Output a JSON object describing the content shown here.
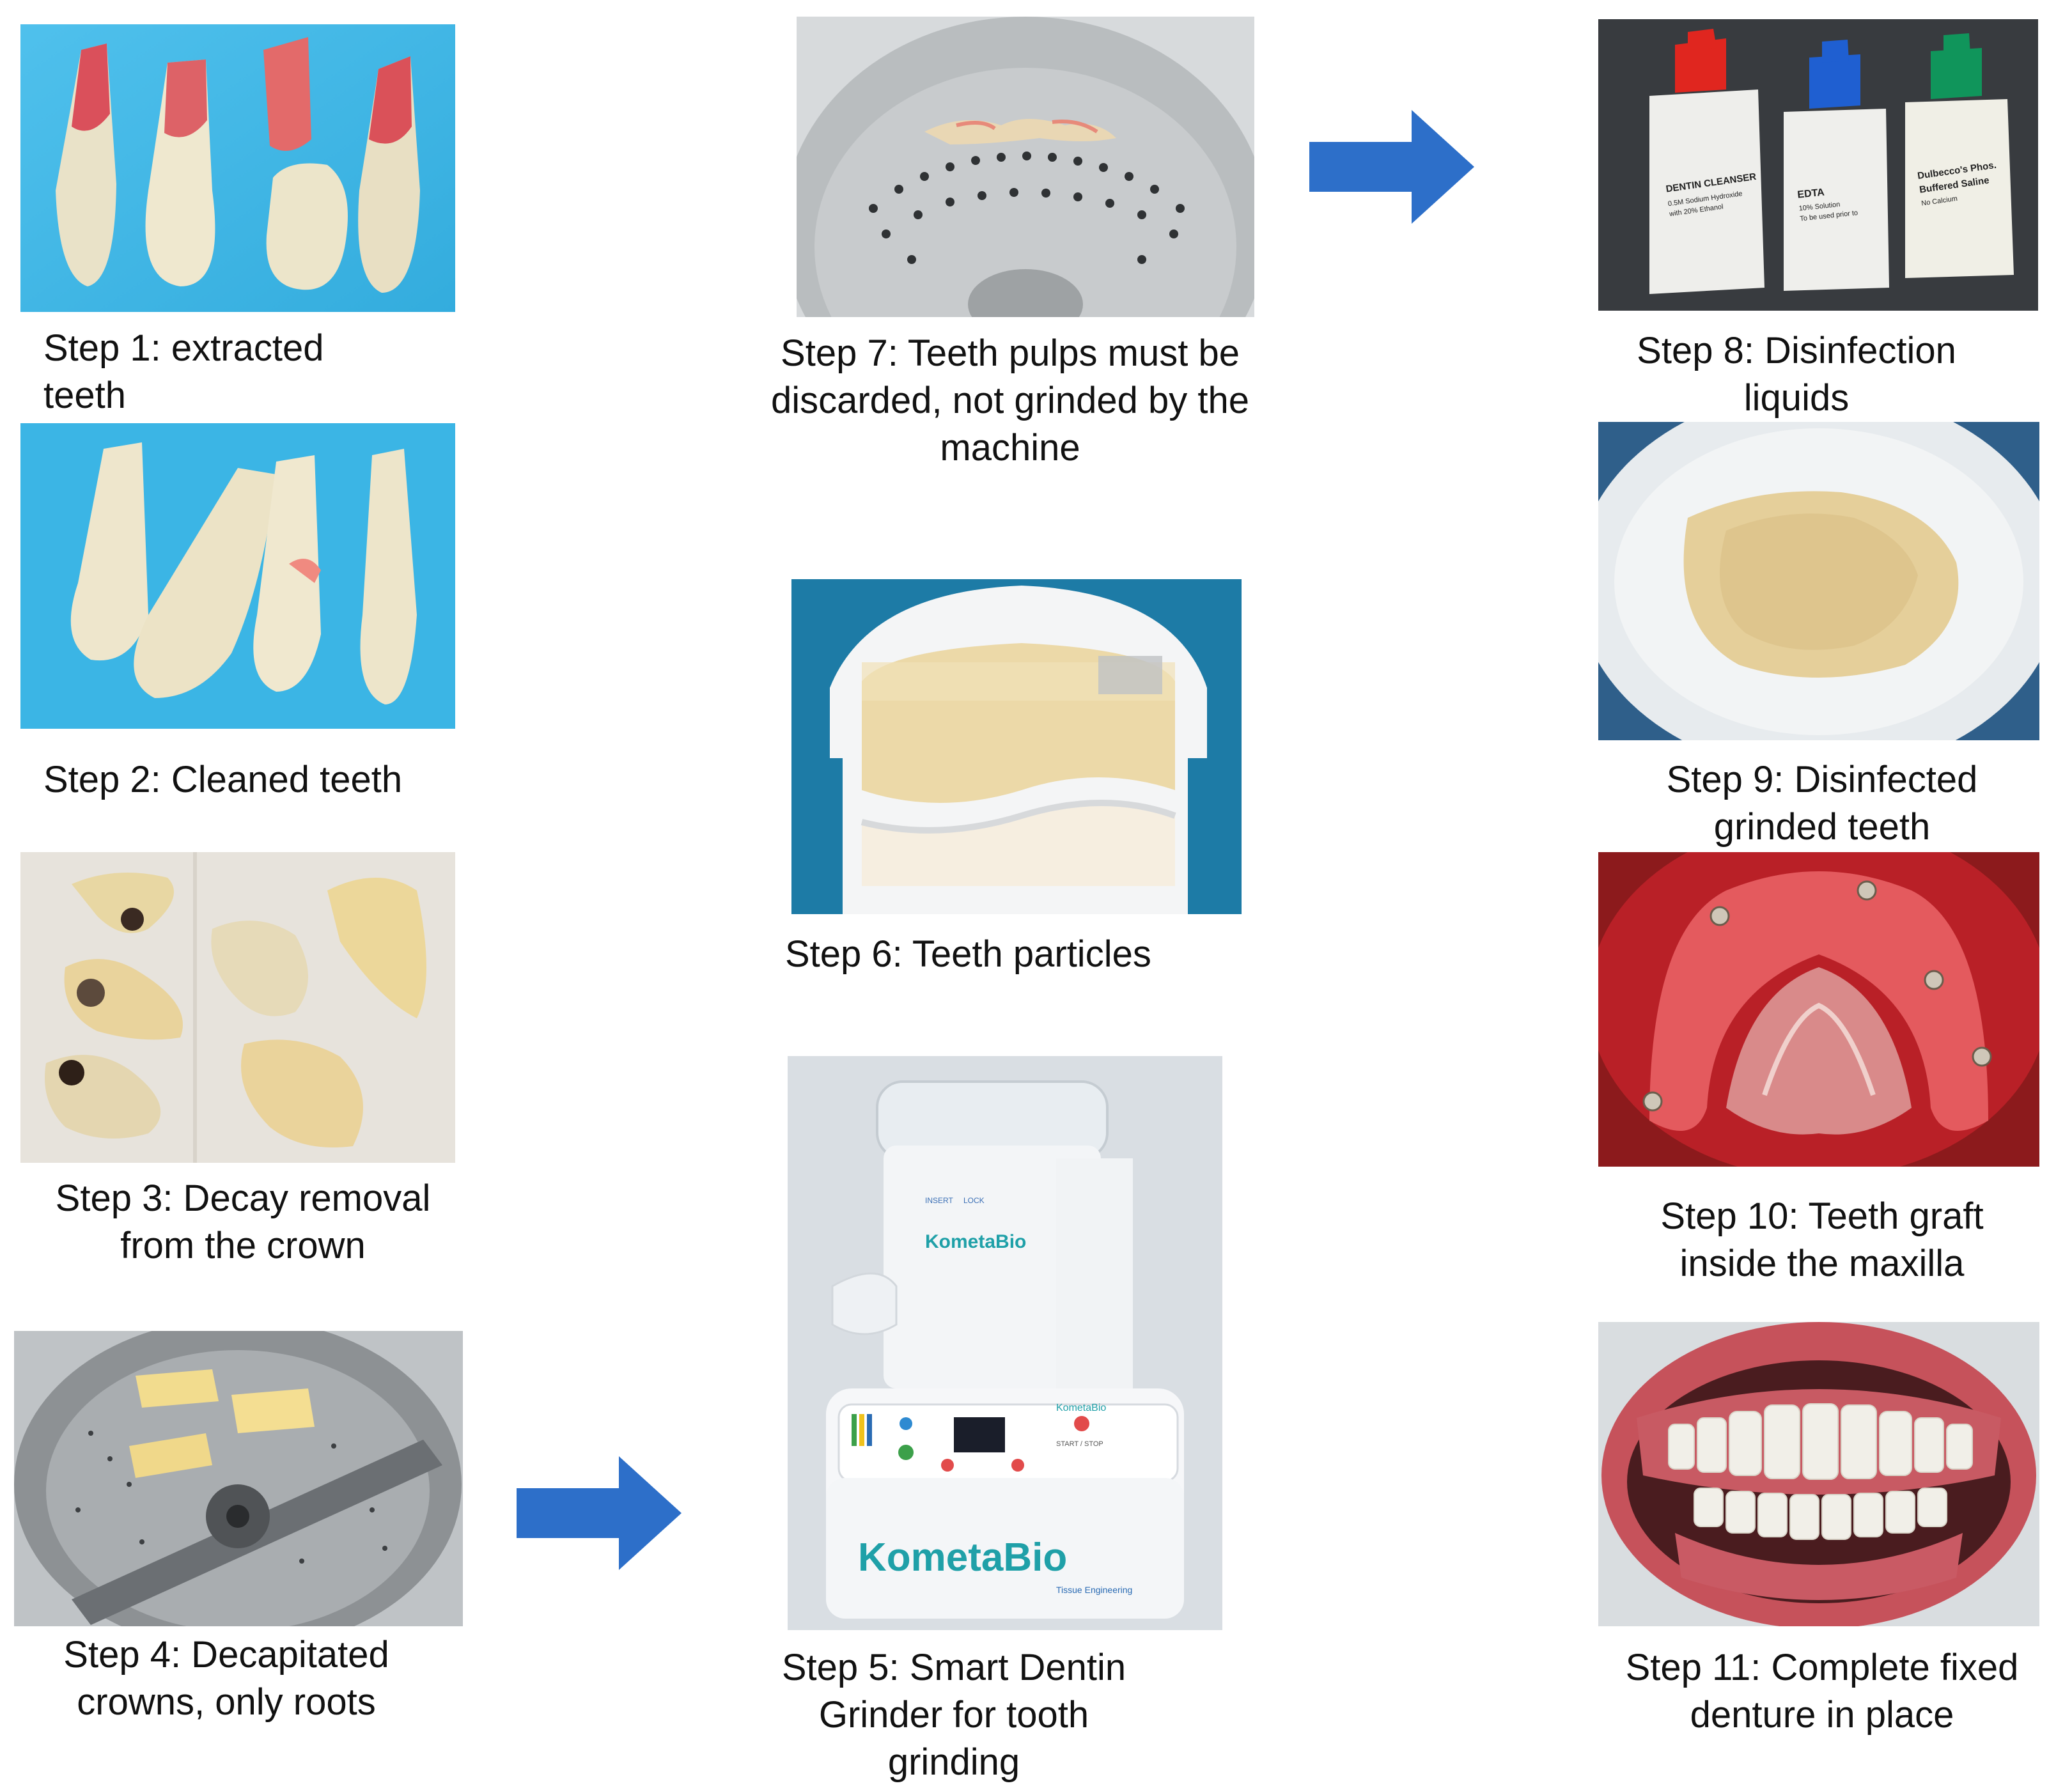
{
  "steps": {
    "s1": {
      "caption": "Step 1: extracted\nteeth"
    },
    "s2": {
      "caption": "Step 2: Cleaned teeth"
    },
    "s3": {
      "caption": "Step 3: Decay removal\nfrom the crown"
    },
    "s4": {
      "caption": "Step 4: Decapitated\ncrowns, only roots"
    },
    "s5": {
      "caption": "Step 5: Smart Dentin\nGrinder for tooth\ngrinding"
    },
    "s6": {
      "caption": "Step 6: Teeth particles"
    },
    "s7": {
      "caption": "Step 7: Teeth pulps must be\ndiscarded, not grinded by the\nmachine"
    },
    "s8": {
      "caption": "Step 8: Disinfection\nliquids"
    },
    "s9": {
      "caption": "Step 9: Disinfected\ngrinded teeth"
    },
    "s10": {
      "caption": "Step 10: Teeth graft\ninside the maxilla"
    },
    "s11": {
      "caption": "Step 11: Complete fixed\ndenture in place"
    }
  },
  "bottles": {
    "b1": {
      "line1": "DENTIN CLEANSER",
      "line2": "0.5M Sodium Hydroxide",
      "line3": "with 20% Ethanol"
    },
    "b2": {
      "line1": "EDTA",
      "line2": "10% Solution",
      "line3": "To be used prior to"
    },
    "b3": {
      "line1": "Dulbecco's Phos.",
      "line2": "Buffered Saline",
      "line3": "No Calcium"
    }
  },
  "device": {
    "brand": "KometaBio",
    "tagline": "Tissue Engineering",
    "insert_label": "INSERT",
    "lock_label": "LOCK",
    "startstop_label": "START / STOP"
  },
  "colors": {
    "arrow": "#2d6fc9",
    "blue_background": "#3ab4e4",
    "brand_teal": "#1fa0a8"
  }
}
